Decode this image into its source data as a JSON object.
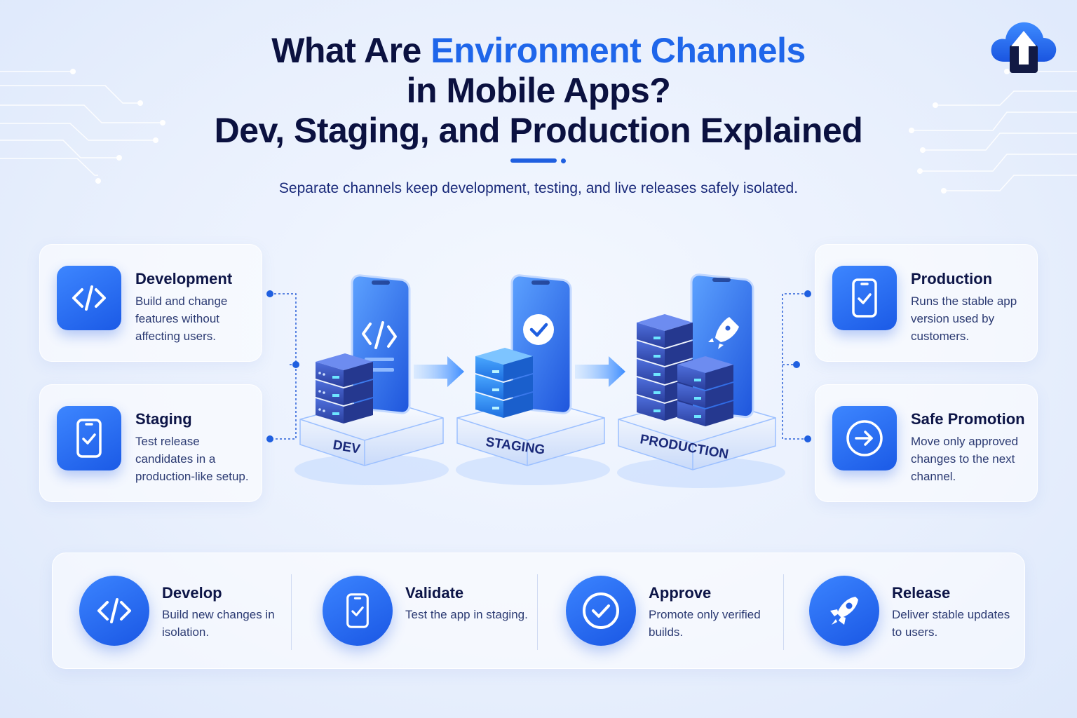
{
  "header": {
    "title_part1": "What Are ",
    "title_accent": "Environment Channels",
    "title_line2": "in Mobile Apps?",
    "title_line3": "Dev, Staging, and Production Explained",
    "subtitle": "Separate channels keep development, testing, and live releases safely isolated."
  },
  "cards": [
    {
      "title": "Development",
      "text": "Build and change features without affecting users.",
      "icon": "code-icon"
    },
    {
      "title": "Staging",
      "text": "Test release candidates in a production-like setup.",
      "icon": "phone-check-icon"
    },
    {
      "title": "Production",
      "text": "Runs the stable app version used by customers.",
      "icon": "phone-check-icon"
    },
    {
      "title": "Safe Promotion",
      "text": "Move only approved changes to the next channel.",
      "icon": "arrow-right-circle-icon"
    }
  ],
  "environments": [
    {
      "label": "DEV",
      "phone_icon": "code-icon"
    },
    {
      "label": "STAGING",
      "phone_icon": "check-circle-icon"
    },
    {
      "label": "PRODUCTION",
      "phone_icon": "rocket-icon"
    }
  ],
  "steps": [
    {
      "title": "Develop",
      "text": "Build new changes in isolation.",
      "icon": "code-icon"
    },
    {
      "title": "Validate",
      "text": "Test the app in staging.",
      "icon": "phone-check-icon"
    },
    {
      "title": "Approve",
      "text": "Promote only verified builds.",
      "icon": "check-circle-icon"
    },
    {
      "title": "Release",
      "text": "Deliver stable updates to users.",
      "icon": "rocket-icon"
    }
  ],
  "colors": {
    "accent": "#1f66ea",
    "dark_text": "#0b1140",
    "icon_gradient_start": "#3d86ff",
    "icon_gradient_end": "#1b5ae6"
  }
}
